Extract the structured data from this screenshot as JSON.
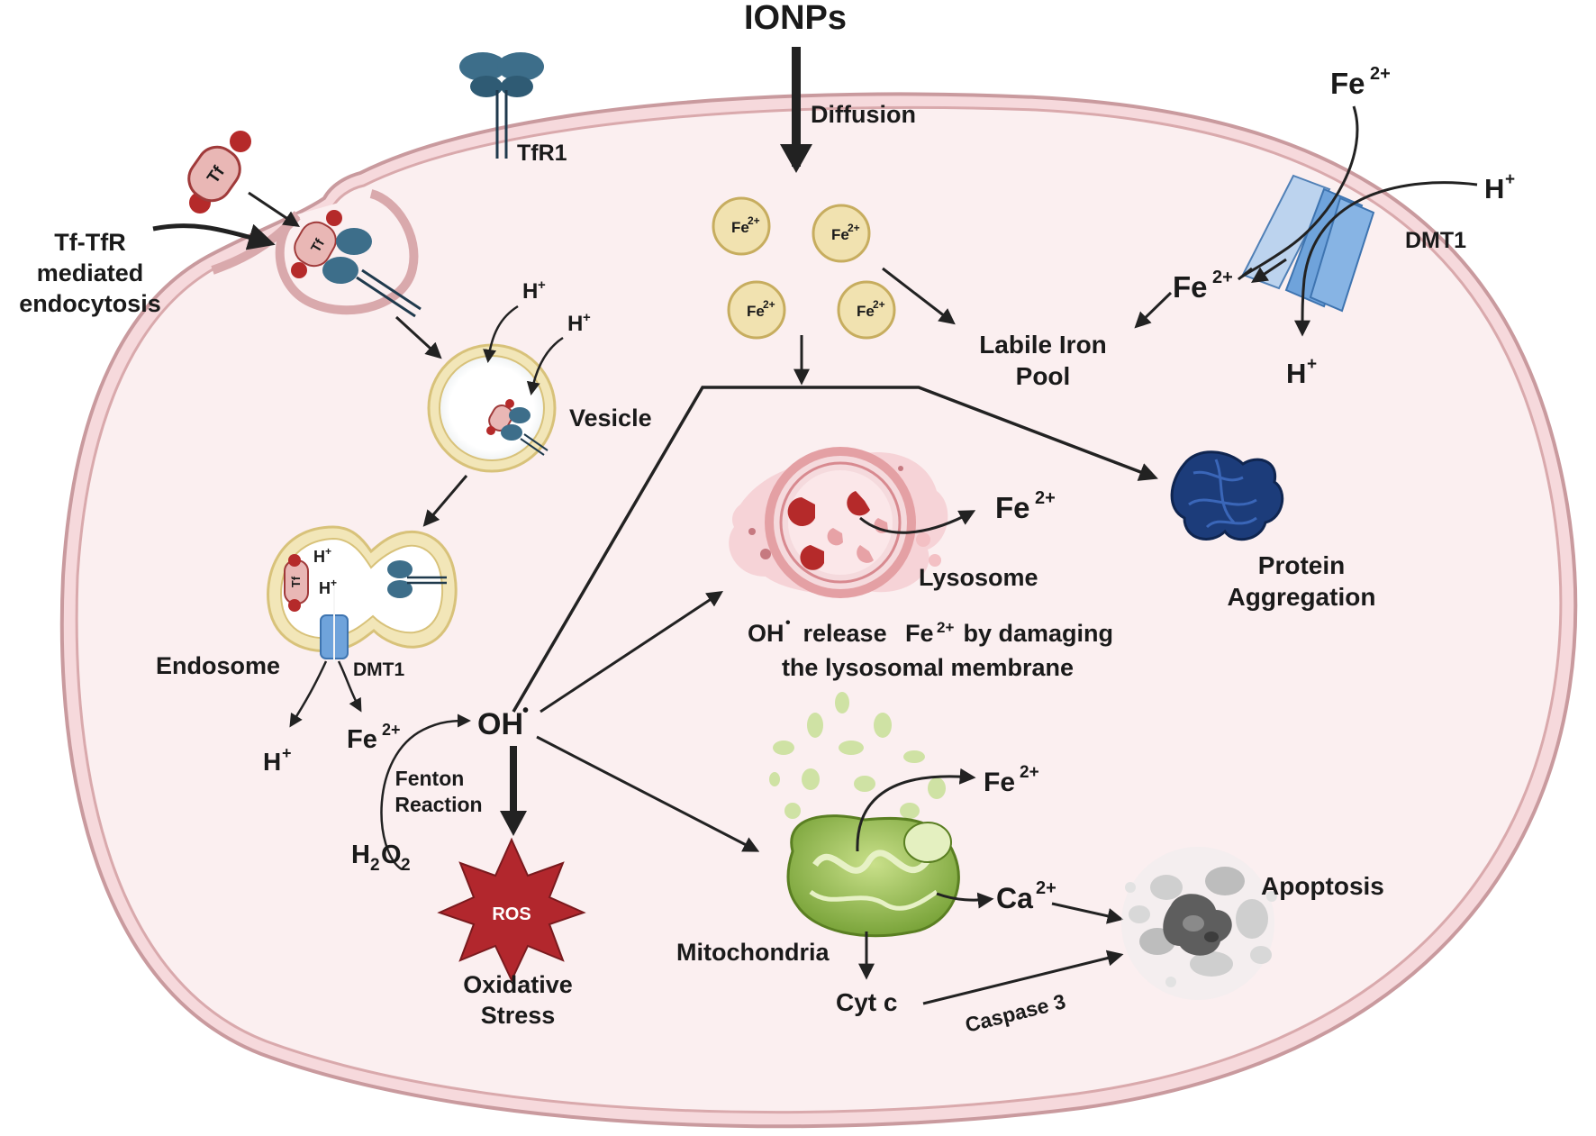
{
  "title": "IONPs",
  "labels": {
    "diffusion": "Diffusion",
    "tfr1": "TfR1",
    "tf": "Tf",
    "tf_tfr_line1": "Tf-TfR",
    "tf_tfr_line2": "mediated",
    "tf_tfr_line3": "endocytosis",
    "vesicle": "Vesicle",
    "endosome": "Endosome",
    "dmt1": "DMT1",
    "labile_line1": "Labile Iron",
    "labile_line2": "Pool",
    "protein_line1": "Protein",
    "protein_line2": "Aggregation",
    "lysosome": "Lysosome",
    "lyso_caption_a": "OH",
    "lyso_caption_b": " release ",
    "lyso_caption_c": " by damaging",
    "lyso_caption_line2": "the lysosomal membrane",
    "oh": "OH",
    "fenton_line1": "Fenton",
    "fenton_line2": "Reaction",
    "h2o2_h": "H",
    "h2o2_2a": "2",
    "h2o2_o": "O",
    "h2o2_2b": "2",
    "ros": "ROS",
    "oxidative_line1": "Oxidative",
    "oxidative_line2": "Stress",
    "mitochondria": "Mitochondria",
    "ca_base": "Ca",
    "ca_sup": "2+",
    "cyt_c": "Cyt c",
    "caspase": "Caspase 3",
    "apoptosis": "Apoptosis",
    "fe_base": "Fe",
    "fe_sup": "2+",
    "h_base": "H",
    "h_sup": "+",
    "radical_dot": "•"
  },
  "colors": {
    "cell_fill": "#fbeff0",
    "membrane": "#d9a9ac",
    "arrow": "#222222",
    "fe_bead": "#f1e2b0",
    "ros": "#b2272d",
    "dmt1": "#6fa3db",
    "protein": "#1c3c7a",
    "mito": "#8fb84a"
  }
}
